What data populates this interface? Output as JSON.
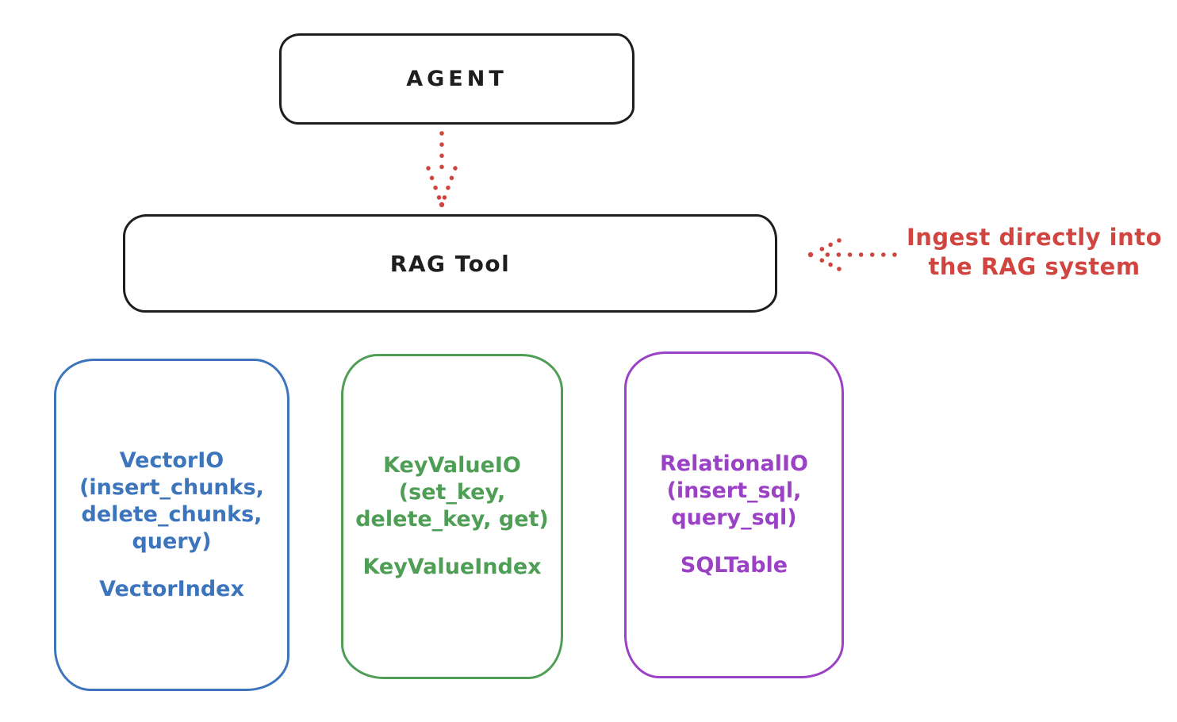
{
  "colors": {
    "black": "#1e1e1e",
    "red": "#d0453f",
    "blue": "#3d75bd",
    "green": "#4f9e55",
    "purple": "#9a41c6",
    "background": "#ffffff"
  },
  "agent": {
    "label": "AGENT"
  },
  "rag_tool": {
    "label": "RAG Tool"
  },
  "annotation": {
    "line1": "Ingest directly into",
    "line2": "the RAG system"
  },
  "stores": {
    "vector": {
      "lines": [
        "VectorIO",
        "(insert_chunks,",
        "delete_chunks,",
        "query)"
      ],
      "index": "VectorIndex"
    },
    "keyvalue": {
      "lines": [
        "KeyValueIO",
        "(set_key,",
        "delete_key, get)"
      ],
      "index": "KeyValueIndex"
    },
    "relational": {
      "lines": [
        "RelationalIO",
        "(insert_sql,",
        "query_sql)"
      ],
      "index": "SQLTable"
    }
  },
  "arrows": {
    "agent_to_rag": {
      "style": "dotted",
      "direction": "down"
    },
    "annotation_to_rag": {
      "style": "dotted",
      "direction": "left"
    }
  }
}
